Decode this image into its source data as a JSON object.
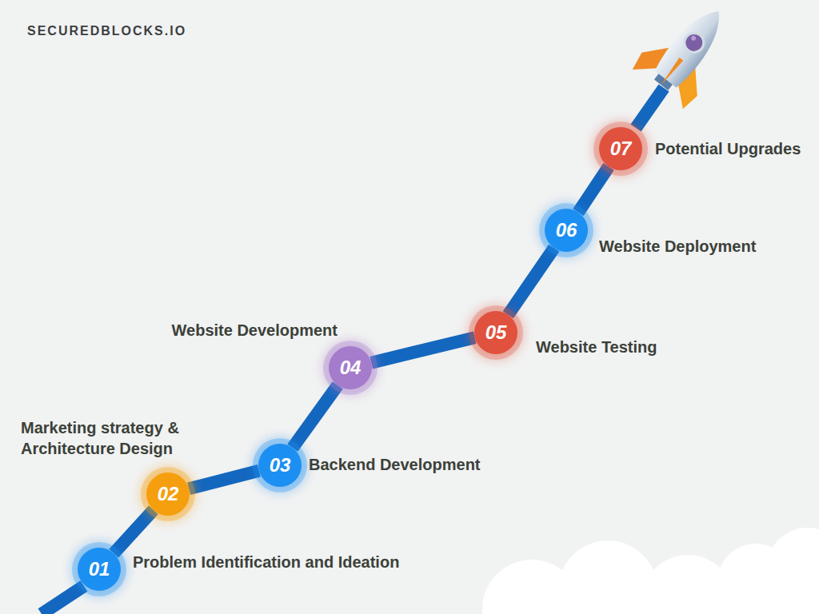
{
  "diagram": {
    "nodes": [
      {
        "text": [
          "01",
          "Problem Identification and Ideation"
        ]
      },
      {
        "text": [
          "02",
          "Marketing strategy & Architecture Design"
        ]
      },
      {
        "text": [
          "03",
          "Backend Development"
        ]
      },
      {
        "text": [
          "04",
          "Website Development"
        ]
      },
      {
        "text": [
          "05",
          "Website Testing"
        ]
      },
      {
        "text": [
          "06",
          "Website Deployment"
        ]
      },
      {
        "text": [
          "07",
          "Potential Upgrades"
        ]
      }
    ],
    "edges": [
      {
        "from": 0,
        "to": 1,
        "arrow": "none"
      },
      {
        "from": 1,
        "to": 2,
        "arrow": "none"
      },
      {
        "from": 2,
        "to": 3,
        "arrow": "none"
      },
      {
        "from": 3,
        "to": 4,
        "arrow": "none"
      },
      {
        "from": 4,
        "to": 5,
        "arrow": "none"
      },
      {
        "from": 5,
        "to": 6,
        "arrow": "none"
      }
    ],
    "labels": [
      "SECUREDBLOCKS.IO"
    ]
  }
}
